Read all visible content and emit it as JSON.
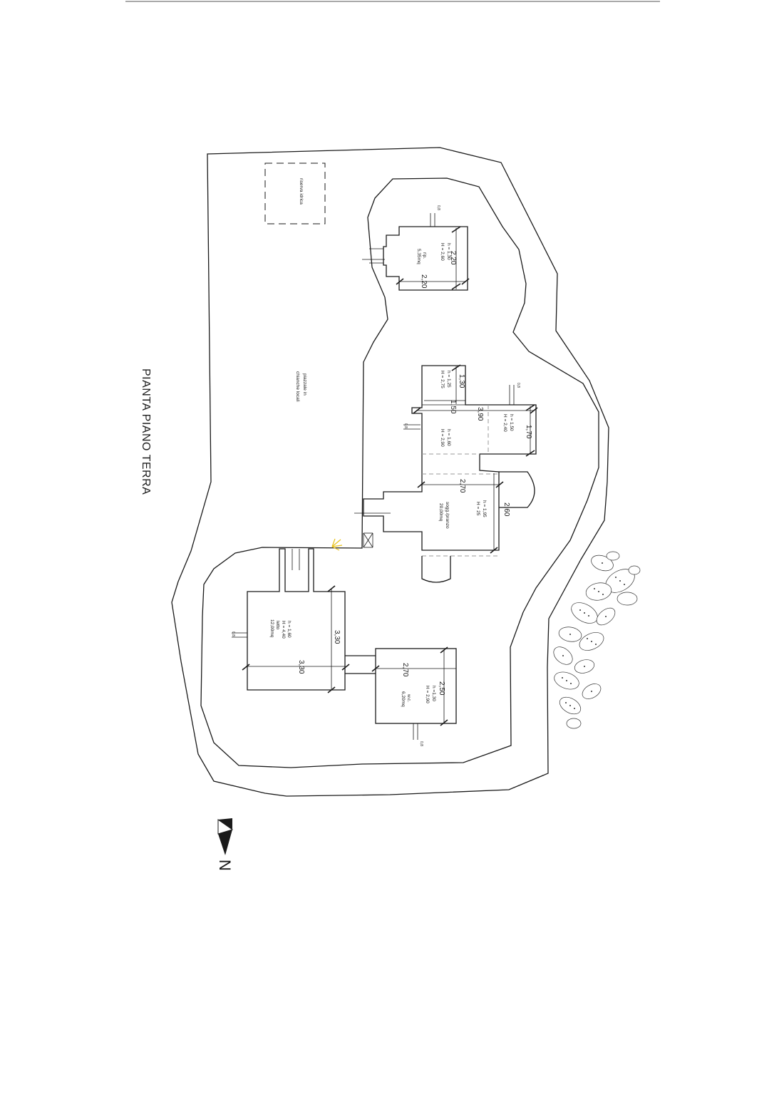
{
  "title": "PIANTA PIANO TERRA",
  "north": "N",
  "labels": {
    "riserva_idrica": "riserva idrica",
    "piazzale_line1": "piazzale in",
    "piazzale_line2": "chianche locali",
    "rip": {
      "name": "rip.",
      "area": "5,35mq",
      "h": "h = 1,30",
      "H": "H = 2,60"
    },
    "room_top": {
      "h": "h = 1,25",
      "H": "H = 2,75"
    },
    "room_mid": {
      "h": "h = 1,60",
      "H": "H = 2,90"
    },
    "room_right": {
      "h": "h = 1,50",
      "H": "H = 2,40"
    },
    "soggiorno": {
      "name": "sogg./pranzo",
      "area": "20,00mq",
      "h": "h = 1,95",
      "H": "H = 25"
    },
    "letto": {
      "name": "letto",
      "area": "12,00mq",
      "h": "h = 1,60",
      "H": "H = 4,40"
    },
    "wc": {
      "name": "w.c.",
      "area": "6,20mq",
      "h": "h =1,30",
      "H": "H = 2,90"
    }
  },
  "dimensions": {
    "rip_a": "2,20",
    "rip_b": "2,20",
    "top_a": "1,30",
    "top_b": "1,50",
    "mid_a": "3,90",
    "right_a": "1,70",
    "sogg_a": "2,70",
    "sogg_b": "2,60",
    "letto_a": "3,30",
    "letto_b": "3,30",
    "wc_a": "2,50",
    "wc_b": "2,70"
  },
  "window_mark": "0,8"
}
